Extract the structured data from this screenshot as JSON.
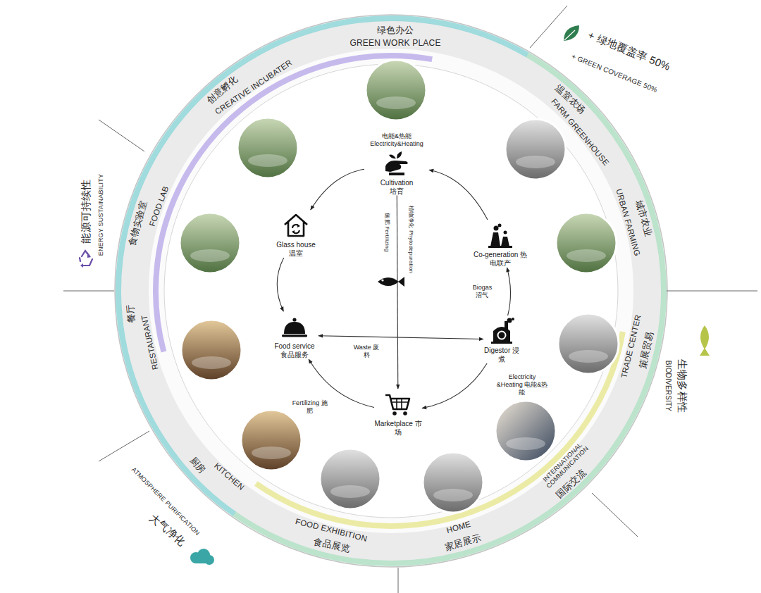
{
  "diagram": {
    "nodes": [
      {
        "text": [
          "电能&热能 Electricity&Heating",
          "Cultivation 培育"
        ]
      },
      {
        "text": [
          "Glass house 温室"
        ]
      },
      {
        "text": [
          "Co-generation 热电联产"
        ]
      },
      {
        "text": [
          "Food service 食品服务"
        ]
      },
      {
        "text": [
          "Digestor 浸煮"
        ]
      },
      {
        "text": [
          "Marketplace 市场"
        ]
      }
    ],
    "edges": [
      {
        "from": 2,
        "to": 0,
        "arrow": "to"
      },
      {
        "from": 0,
        "to": 1,
        "arrow": "to"
      },
      {
        "from": 1,
        "to": 3,
        "arrow": "to"
      },
      {
        "from": 5,
        "to": 3,
        "label": "Fertilizing 施肥",
        "arrow": "to"
      },
      {
        "from": 4,
        "to": 5,
        "label": "Electricity &Heating 电能&热能",
        "arrow": "to"
      },
      {
        "from": 4,
        "to": 2,
        "label": "Biogas 沼气",
        "arrow": "to"
      },
      {
        "from": 0,
        "to": 5,
        "arrow": "to"
      },
      {
        "from": 3,
        "to": 4,
        "label": "Waste 废料",
        "arrow": "both"
      }
    ],
    "labels": [
      "绿色办公",
      "GREEN WORK PLACE",
      "创意孵化",
      "CREATIVE INCUBATER",
      "食物实验室",
      "FOOD LAB",
      "餐厅",
      "RESTAURANT",
      "厨房",
      "KITCHEN",
      "FOOD EXHIBITION",
      "食品展览",
      "HOME",
      "家居展示",
      "INTERNATIONAL COMMUNICATION",
      "国际交流",
      "TRADE CENTER",
      "策展贸易",
      "URBAN FARMING",
      "城市农业",
      "温室农场",
      "FARM GREENHOUSE",
      "+ 绿地覆盖率 50%",
      "+ GREEN COVERAGE 50%",
      "能源可持续性",
      "ENERGY SUSTAINABILITY",
      "生物多样性",
      "BIODIVERSITY",
      "大气净化",
      "ATMOSPHERE PURIFICATION",
      "施肥 Fertilizing",
      "植物净化 Phytodepuration"
    ]
  }
}
